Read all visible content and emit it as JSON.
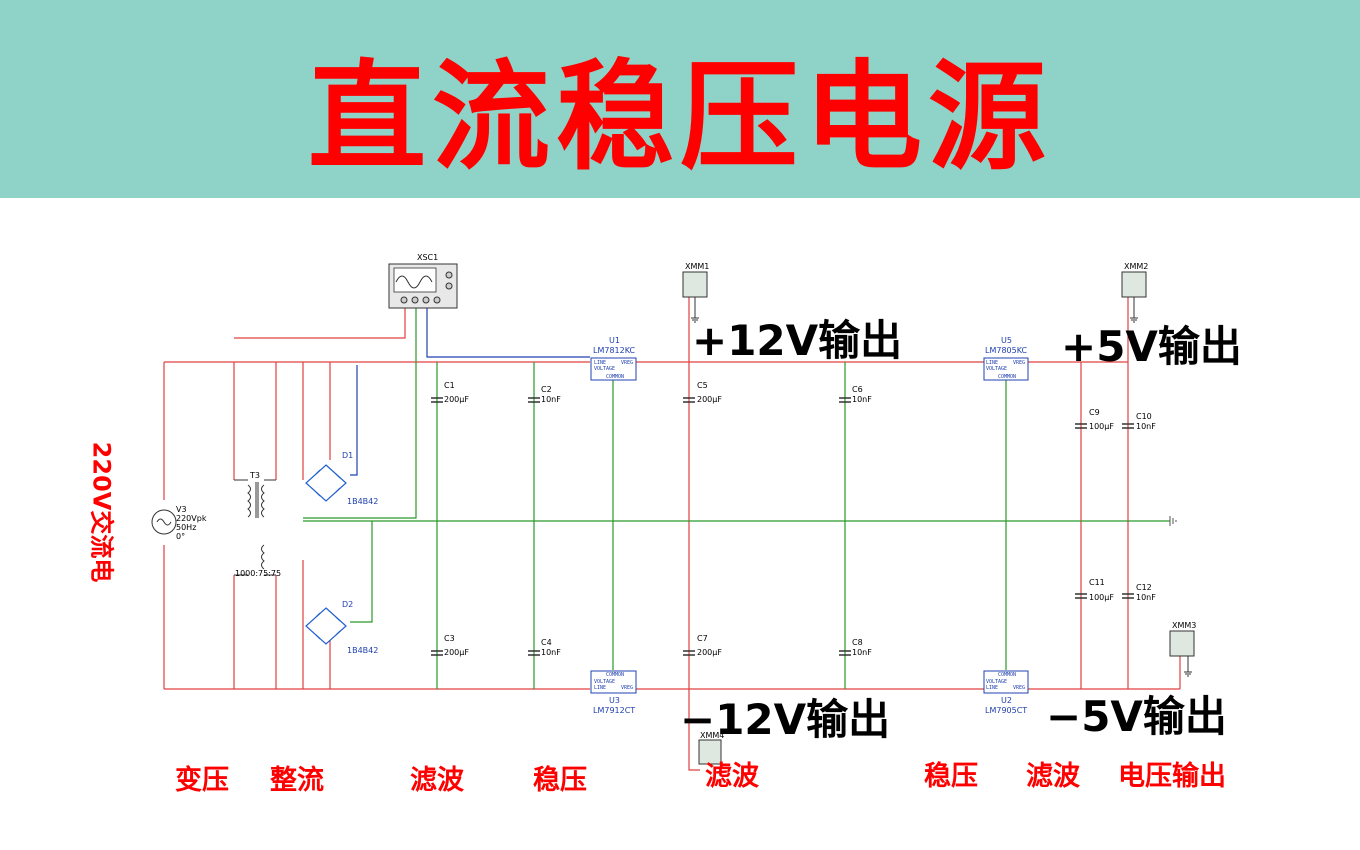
{
  "colors": {
    "banner_bg": "#8fd3c8",
    "title": "#ff0000",
    "ac_wire": "#e04040",
    "ground_wire": "#2a9a2a",
    "signal_wire": "#2040b0",
    "label_red": "#ff0000",
    "diode": "#2060d0"
  },
  "title": "直流稳压电源",
  "source": {
    "rotated_label": "220V交流电",
    "ref": "V3",
    "amplitude": "220Vpk",
    "frequency": "50Hz",
    "phase": "0°"
  },
  "transformer": {
    "ref": "T3",
    "ratio": "1000:75:75"
  },
  "rectifiers": [
    {
      "ref": "D1",
      "part": "1B4B42"
    },
    {
      "ref": "D2",
      "part": "1B4B42"
    }
  ],
  "oscilloscope": {
    "ref": "XSC1"
  },
  "meters": [
    "XMM1",
    "XMM2",
    "XMM3",
    "XMM4"
  ],
  "capacitors": [
    {
      "ref": "C1",
      "value": "200µF"
    },
    {
      "ref": "C2",
      "value": "10nF"
    },
    {
      "ref": "C3",
      "value": "200µF"
    },
    {
      "ref": "C4",
      "value": "10nF"
    },
    {
      "ref": "C5",
      "value": "200µF"
    },
    {
      "ref": "C6",
      "value": "10nF"
    },
    {
      "ref": "C7",
      "value": "200µF"
    },
    {
      "ref": "C8",
      "value": "10nF"
    },
    {
      "ref": "C9",
      "value": "100µF"
    },
    {
      "ref": "C10",
      "value": "10nF"
    },
    {
      "ref": "C11",
      "value": "100µF"
    },
    {
      "ref": "C12",
      "value": "10nF"
    }
  ],
  "regulators": [
    {
      "ref": "U1",
      "part": "LM7812KC",
      "pin_line": "LINE",
      "pin_voltage": "VOLTAGE",
      "pin_vreg": "VREG",
      "pin_common": "COMMON"
    },
    {
      "ref": "U5",
      "part": "LM7805KC",
      "pin_line": "LINE",
      "pin_voltage": "VOLTAGE",
      "pin_vreg": "VREG",
      "pin_common": "COMMON"
    },
    {
      "ref": "U3",
      "part": "LM7912CT",
      "pin_line": "LINE",
      "pin_voltage": "VOLTAGE",
      "pin_vreg": "VREG",
      "pin_common": "COMMON"
    },
    {
      "ref": "U2",
      "part": "LM7905CT",
      "pin_line": "LINE",
      "pin_voltage": "VOLTAGE",
      "pin_vreg": "VREG",
      "pin_common": "COMMON"
    }
  ],
  "outputs": {
    "plus12": "+12V输出",
    "plus5": "+5V输出",
    "minus12": "−12V输出",
    "minus5": "−5V输出"
  },
  "stages": [
    "变压",
    "整流",
    "滤波",
    "稳压",
    "滤波",
    "稳压",
    "滤波",
    "电压输出"
  ]
}
